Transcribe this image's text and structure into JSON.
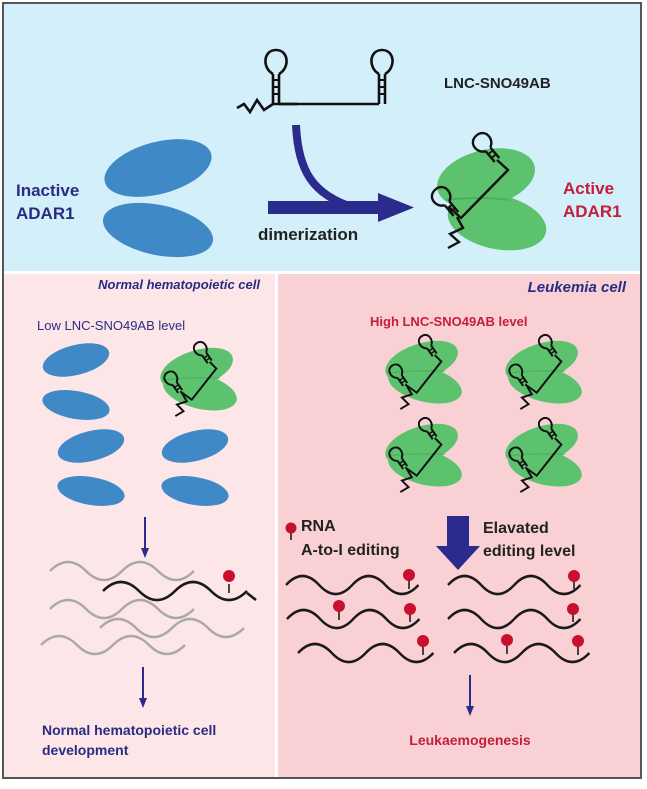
{
  "colors": {
    "top_panel_bg": "#d2effa",
    "normal_panel_bg": "#fde6e8",
    "leukemia_panel_bg": "#f9d1d5",
    "border": "#555555",
    "panel_divider": "#ffffff",
    "inactive_adar": "#3e89c6",
    "active_adar": "#5cc26e",
    "arrow_navy": "#2a2b8c",
    "label_navy": "#2a2b84",
    "label_red": "#c41e3a",
    "rna_black": "#1a1a1a",
    "rna_gray": "#a8a8a8",
    "edit_marker_red": "#c8102e"
  },
  "top_panel": {
    "lnc_label": "LNC-SNO49AB",
    "inactive_label_line1": "Inactive",
    "inactive_label_line2": "ADAR1",
    "active_label_line1": "Active",
    "active_label_line2": "ADAR1",
    "arrow_label": "dimerization"
  },
  "normal_panel": {
    "title": "Normal hematopoietic cell",
    "level_label": "Low LNC-SNO49AB level",
    "inactive_dimer_count": 3,
    "active_dimer_count": 1,
    "rna_transcripts_total": 6,
    "edited_transcripts": 1,
    "outcome_line1": "Normal hematopoietic cell",
    "outcome_line2": "development"
  },
  "leukemia_panel": {
    "title": "Leukemia cell",
    "level_label": "High LNC-SNO49AB level",
    "active_dimer_count": 4,
    "legend_line1": "RNA",
    "legend_line2": "A-to-I editing",
    "elevated_line1": "Elavated",
    "elevated_line2": "editing level",
    "rna_transcripts_total": 6,
    "edit_sites_total": 9,
    "outcome": "Leukaemogenesis"
  }
}
